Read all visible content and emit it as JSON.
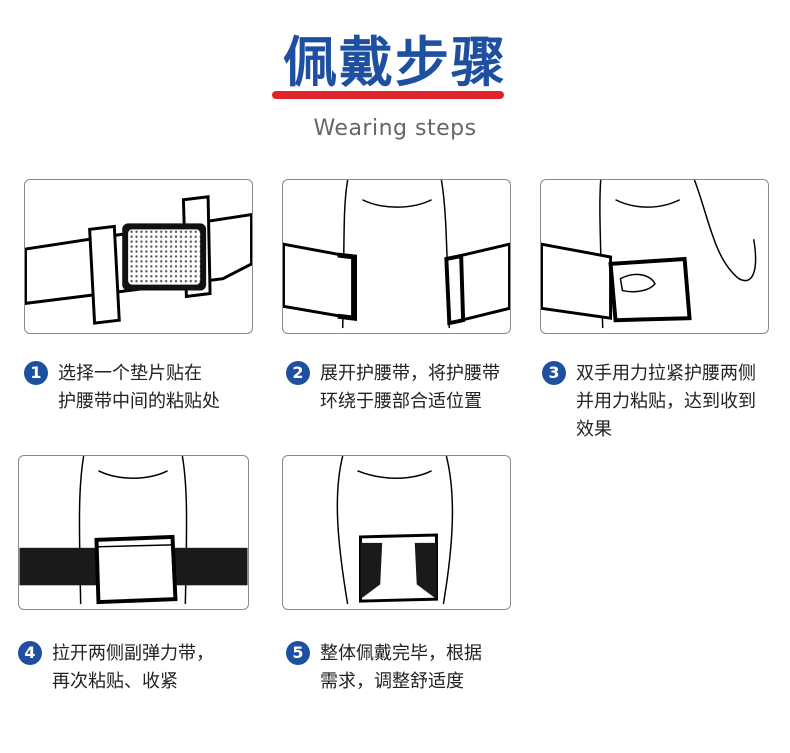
{
  "header": {
    "title": "佩戴步骤",
    "subtitle": "Wearing steps"
  },
  "colors": {
    "accent_blue": "#1e4fa0",
    "accent_red": "#e0242c"
  },
  "steps": [
    {
      "number": "1",
      "lines": [
        "选择一个垫片贴在",
        "护腰带中间的粘贴处"
      ]
    },
    {
      "number": "2",
      "lines": [
        "展开护腰带，将护腰带",
        "环绕于腰部合适位置"
      ]
    },
    {
      "number": "3",
      "lines": [
        "双手用力拉紧护腰两侧",
        "并用力粘贴，达到收到",
        "效果"
      ]
    },
    {
      "number": "4",
      "lines": [
        "拉开两侧副弹力带，",
        "再次粘贴、收紧"
      ]
    },
    {
      "number": "5",
      "lines": [
        "整体佩戴完毕，根据",
        "需求，调整舒适度"
      ]
    }
  ]
}
